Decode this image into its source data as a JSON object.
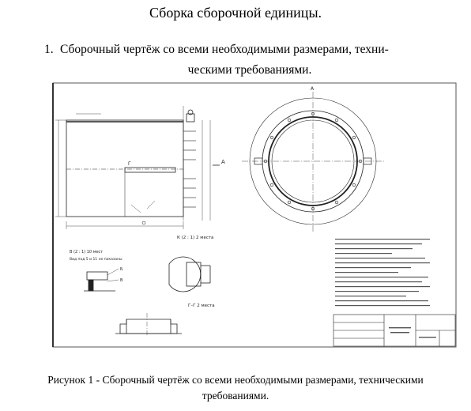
{
  "heading": "Сборка сборочной единицы.",
  "list": {
    "number": "1.",
    "line1": "Сборочный чертёж со всеми необходимыми размерами, техни-",
    "line2": "ческими требованиями."
  },
  "drawing": {
    "section_a": "A",
    "section_b": "Б",
    "section_v": "В",
    "section_g": "Г",
    "view_k": "К (2 : 1) 2 места",
    "view_v": "В (2 : 1) 10 мест",
    "view_v_note": "Вид под 5 и 11 не показаны",
    "view_g": "Г–Г 2 места"
  },
  "caption": {
    "line1": "Рисунок 1 - Сборочный чертёж со всеми необходимыми размерами, техническими",
    "line2": "требованиями."
  }
}
